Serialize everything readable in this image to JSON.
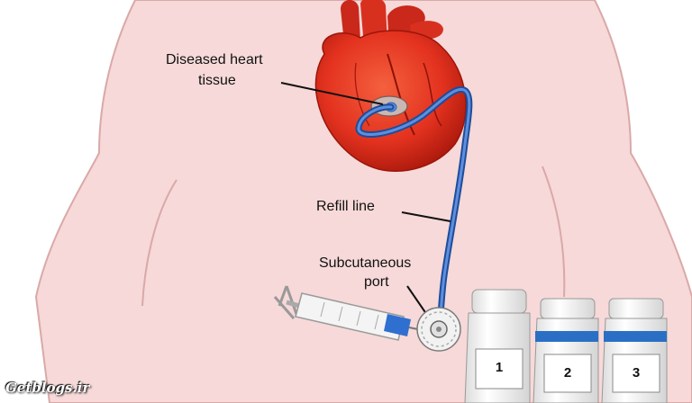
{
  "labels": {
    "diseased_heart": "Diseased heart",
    "tissue": "tissue",
    "refill_line": "Refill line",
    "subcutaneous": "Subcutaneous",
    "port": "port"
  },
  "vials": [
    "1",
    "2",
    "3"
  ],
  "watermark": "Getblogs.ir",
  "colors": {
    "skin": "#f6d9d8",
    "skin_outline": "#d9a9a8",
    "heart": "#e3321f",
    "heart_dark": "#b91d10",
    "tube": "#2f63b8",
    "vial_band": "#2a6fc4"
  }
}
